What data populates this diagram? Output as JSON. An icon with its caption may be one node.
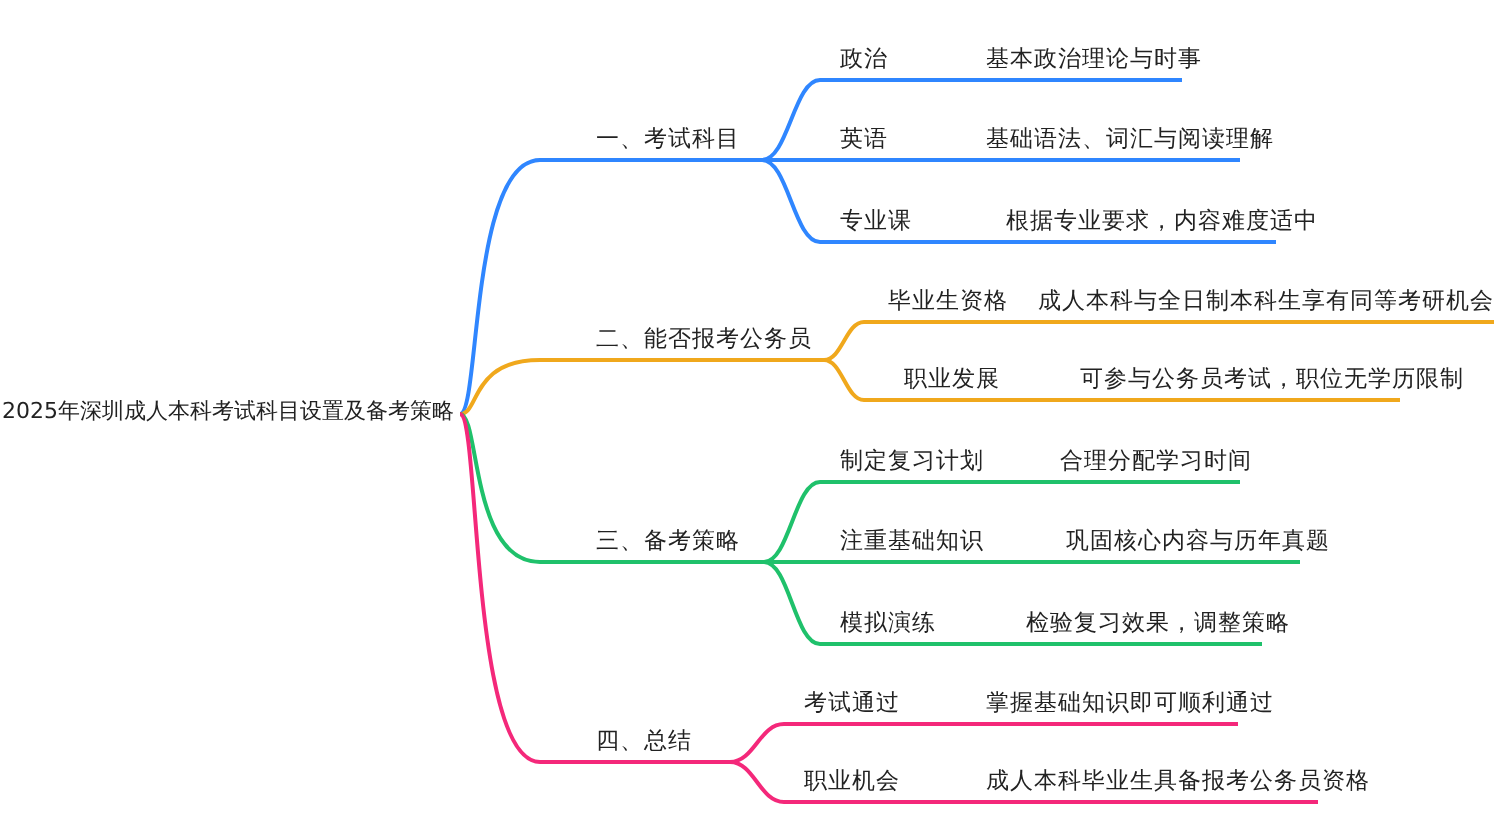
{
  "diagram": {
    "nodes": [
      {
        "text": [
          "2025年深圳成人本科考试科目设置及备考策略"
        ]
      },
      {
        "text": [
          "一、考试科目"
        ]
      },
      {
        "text": [
          "政治"
        ]
      },
      {
        "text": [
          "基本政治理论与时事"
        ]
      },
      {
        "text": [
          "英语"
        ]
      },
      {
        "text": [
          "基础语法、词汇与阅读理解"
        ]
      },
      {
        "text": [
          "专业课"
        ]
      },
      {
        "text": [
          "根据专业要求，内容难度适中"
        ]
      },
      {
        "text": [
          "二、能否报考公务员"
        ]
      },
      {
        "text": [
          "毕业生资格"
        ]
      },
      {
        "text": [
          "成人本科与全日制本科生享有同等考研机会"
        ]
      },
      {
        "text": [
          "职业发展"
        ]
      },
      {
        "text": [
          "可参与公务员考试，职位无学历限制"
        ]
      },
      {
        "text": [
          "三、备考策略"
        ]
      },
      {
        "text": [
          "制定复习计划"
        ]
      },
      {
        "text": [
          "合理分配学习时间"
        ]
      },
      {
        "text": [
          "注重基础知识"
        ]
      },
      {
        "text": [
          "巩固核心内容与历年真题"
        ]
      },
      {
        "text": [
          "模拟演练"
        ]
      },
      {
        "text": [
          "检验复习效果，调整策略"
        ]
      },
      {
        "text": [
          "四、总结"
        ]
      },
      {
        "text": [
          "考试通过"
        ]
      },
      {
        "text": [
          "掌握基础知识即可顺利通过"
        ]
      },
      {
        "text": [
          "职业机会"
        ]
      },
      {
        "text": [
          "成人本科毕业生具备报考公务员资格"
        ]
      }
    ],
    "edges": [
      {
        "from": 0,
        "to": 1,
        "arrow": "none",
        "color": "#2f86ff"
      },
      {
        "from": 1,
        "to": 2,
        "arrow": "none",
        "color": "#2f86ff"
      },
      {
        "from": 2,
        "to": 3,
        "arrow": "none",
        "color": "#2f86ff"
      },
      {
        "from": 1,
        "to": 4,
        "arrow": "none",
        "color": "#2f86ff"
      },
      {
        "from": 4,
        "to": 5,
        "arrow": "none",
        "color": "#2f86ff"
      },
      {
        "from": 1,
        "to": 6,
        "arrow": "none",
        "color": "#2f86ff"
      },
      {
        "from": 6,
        "to": 7,
        "arrow": "none",
        "color": "#2f86ff"
      },
      {
        "from": 0,
        "to": 8,
        "arrow": "none",
        "color": "#f0a81c"
      },
      {
        "from": 8,
        "to": 9,
        "arrow": "none",
        "color": "#f0a81c"
      },
      {
        "from": 9,
        "to": 10,
        "arrow": "none",
        "color": "#f0a81c"
      },
      {
        "from": 8,
        "to": 11,
        "arrow": "none",
        "color": "#f0a81c"
      },
      {
        "from": 11,
        "to": 12,
        "arrow": "none",
        "color": "#f0a81c"
      },
      {
        "from": 0,
        "to": 13,
        "arrow": "none",
        "color": "#1fc16b"
      },
      {
        "from": 13,
        "to": 14,
        "arrow": "none",
        "color": "#1fc16b"
      },
      {
        "from": 14,
        "to": 15,
        "arrow": "none",
        "color": "#1fc16b"
      },
      {
        "from": 13,
        "to": 16,
        "arrow": "none",
        "color": "#1fc16b"
      },
      {
        "from": 16,
        "to": 17,
        "arrow": "none",
        "color": "#1fc16b"
      },
      {
        "from": 13,
        "to": 18,
        "arrow": "none",
        "color": "#1fc16b"
      },
      {
        "from": 18,
        "to": 19,
        "arrow": "none",
        "color": "#1fc16b"
      },
      {
        "from": 0,
        "to": 20,
        "arrow": "none",
        "color": "#f4287a"
      },
      {
        "from": 20,
        "to": 21,
        "arrow": "none",
        "color": "#f4287a"
      },
      {
        "from": 21,
        "to": 22,
        "arrow": "none",
        "color": "#f4287a"
      },
      {
        "from": 20,
        "to": 23,
        "arrow": "none",
        "color": "#f4287a"
      },
      {
        "from": 23,
        "to": 24,
        "arrow": "none",
        "color": "#f4287a"
      }
    ]
  }
}
